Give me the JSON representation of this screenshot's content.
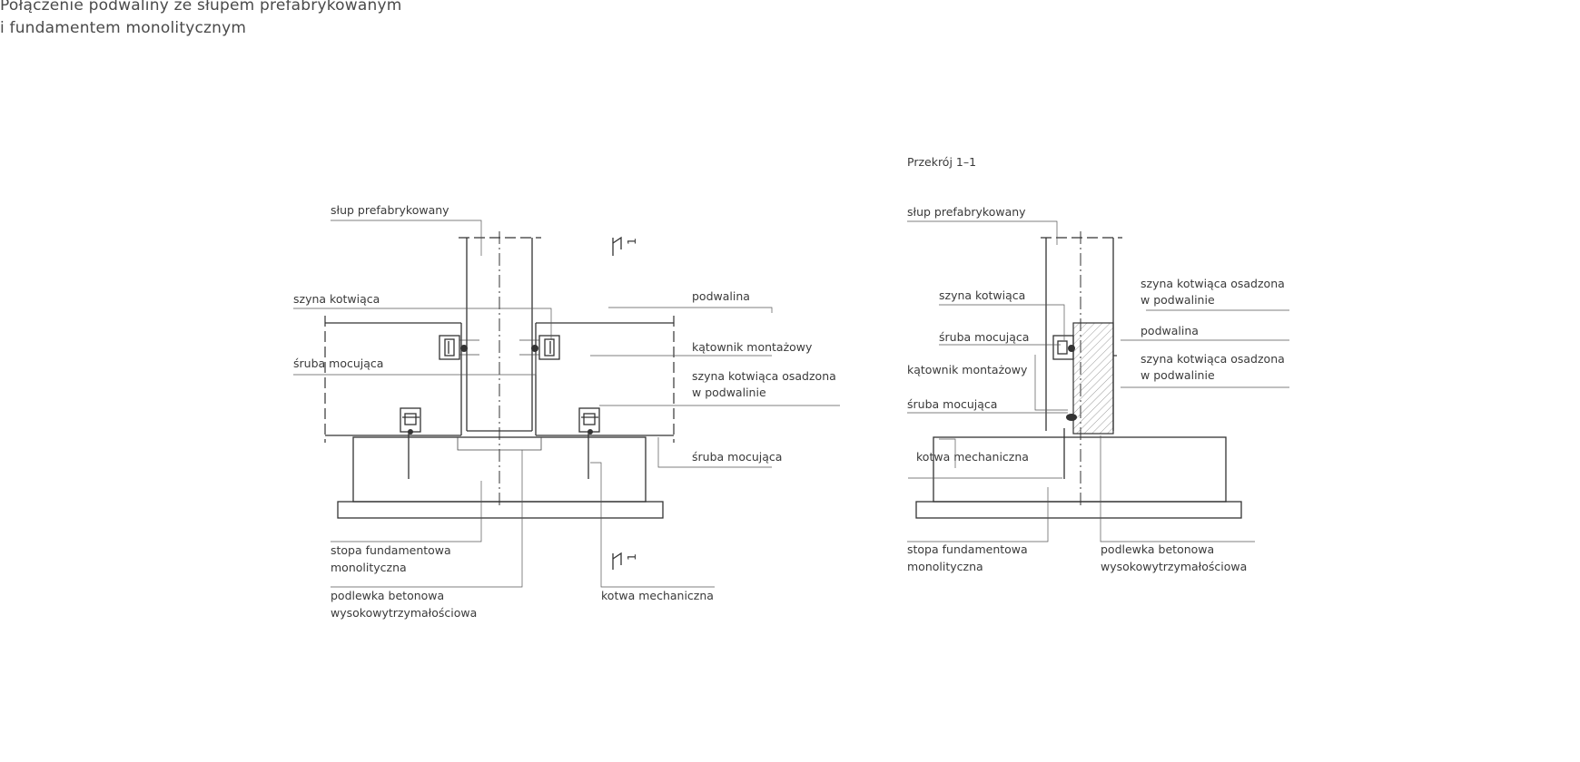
{
  "title": {
    "line1": "Połączenie podwaliny ze słupem prefabrykowanym",
    "line2": "i fundamentem monolitycznym"
  },
  "left": {
    "labels": {
      "column": "słup prefabrykowany",
      "anchor_rail": "szyna kotwiąca",
      "bolt_left": "śruba mocująca",
      "beam": "podwalina",
      "angle": "kątownik montażowy",
      "rail_embedded_1": "szyna kotwiąca osadzona",
      "rail_embedded_2": "w podwalinie",
      "bolt_right": "śruba mocująca",
      "footing_1": "stopa fundamentowa",
      "footing_2": "monolityczna",
      "grout_1": "podlewka betonowa",
      "grout_2": "wysokowytrzymałościowa",
      "anchor": "kotwa mechaniczna"
    },
    "section_mark": "1"
  },
  "right": {
    "heading": "Przekrój 1–1",
    "labels": {
      "column": "słup prefabrykowany",
      "anchor_rail": "szyna kotwiąca",
      "rail_embedded_top_1": "szyna kotwiąca osadzona",
      "rail_embedded_top_2": "w podwalinie",
      "bolt_top": "śruba mocująca",
      "beam": "podwalina",
      "rail_embedded_mid_1": "szyna kotwiąca osadzona",
      "rail_embedded_mid_2": "w podwalinie",
      "angle": "kątownik montażowy",
      "bolt_bottom": "śruba mocująca",
      "anchor": "kotwa mechaniczna",
      "footing_1": "stopa fundamentowa",
      "footing_2": "monolityczna",
      "grout_1": "podlewka betonowa",
      "grout_2": "wysokowytrzymałościowa"
    }
  }
}
